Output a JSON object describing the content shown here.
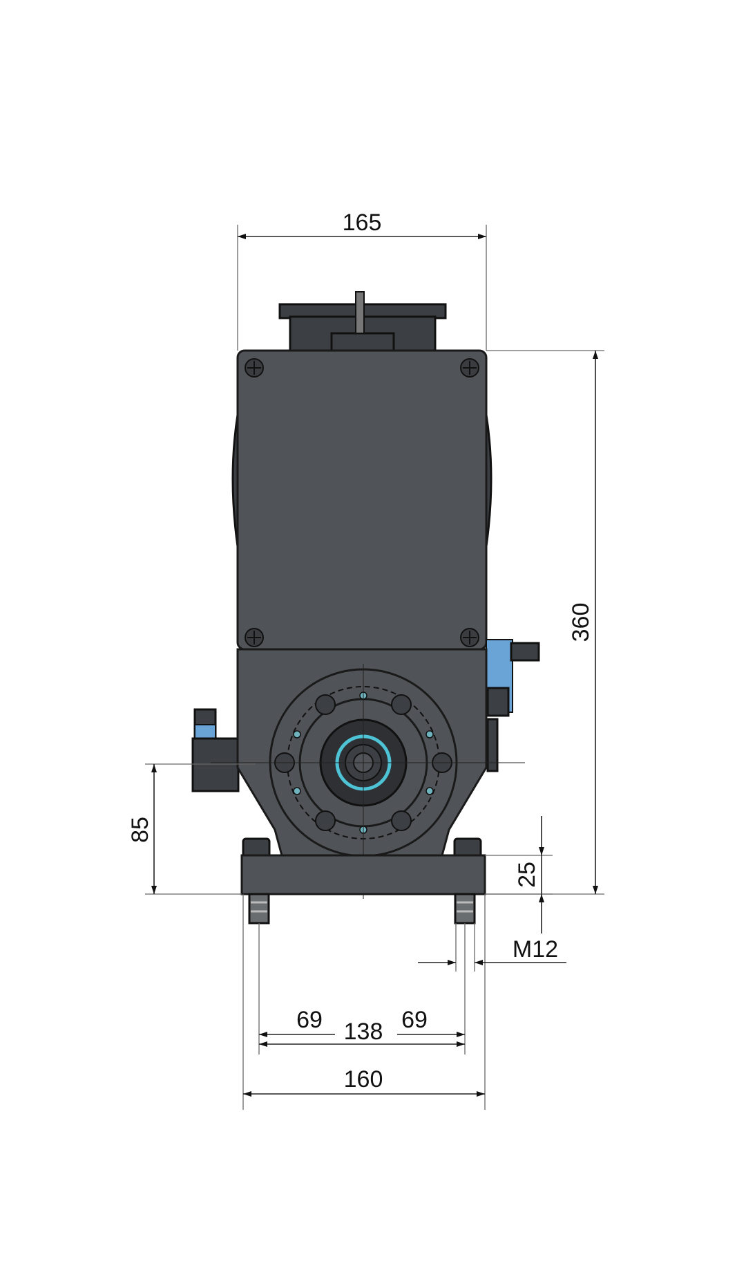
{
  "drawing": {
    "dimensions": {
      "top_width": "165",
      "height_total": "360",
      "axis_height": "85",
      "base_thickness": "25",
      "thread": "M12",
      "half_left": "69",
      "hole_spacing": "138",
      "half_right": "69",
      "base_width": "160"
    },
    "colors": {
      "housing": "#505357",
      "accent_blue": "#6aa4d6",
      "ring_cyan": "#4fc3d6"
    }
  }
}
